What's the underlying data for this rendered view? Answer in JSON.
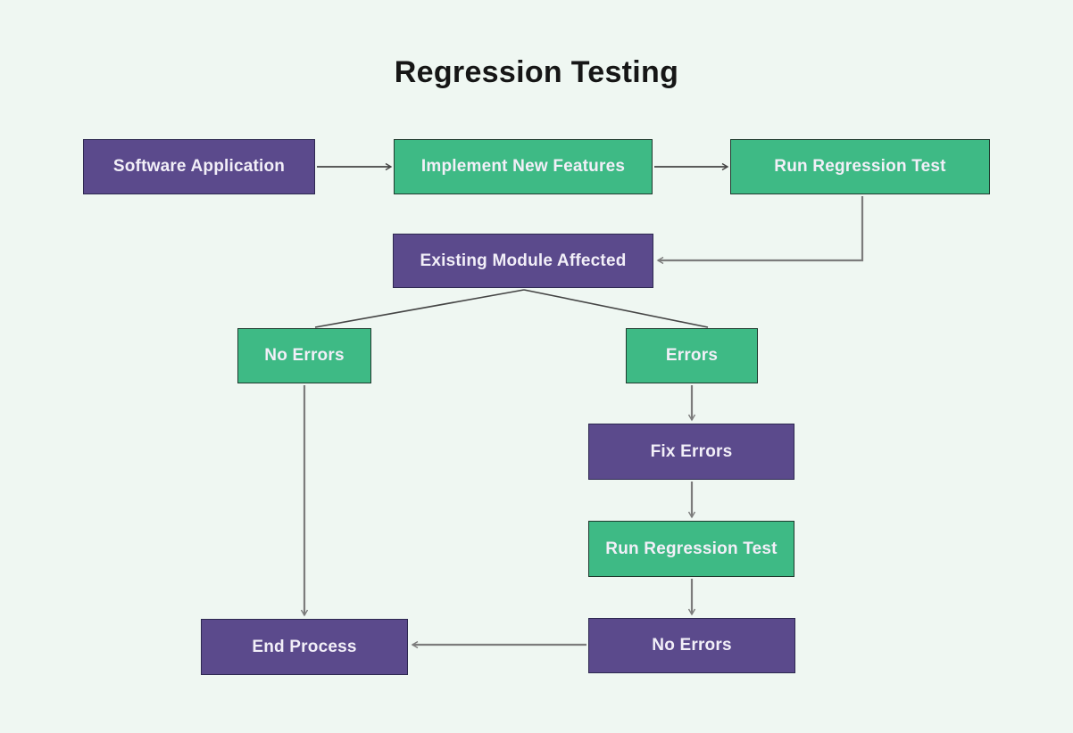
{
  "title": "Regression Testing",
  "colors": {
    "background": "#eff7f2",
    "node_purple": "#5b4a8c",
    "node_purple_border": "#2d2850",
    "node_green": "#3eba85",
    "node_green_border": "#1f3a2e",
    "node_text": "#f2eff8",
    "connector_dark": "#454545",
    "connector_gray": "#7c7c7c",
    "title_text": "#161616"
  },
  "nodes": {
    "software_application": {
      "label": "Software Application",
      "color": "purple"
    },
    "implement_new_features": {
      "label": "Implement New Features",
      "color": "green"
    },
    "run_regression_test_top": {
      "label": "Run Regression Test",
      "color": "green"
    },
    "existing_module_affected": {
      "label": "Existing Module Affected",
      "color": "purple"
    },
    "no_errors_branch": {
      "label": "No Errors",
      "color": "green"
    },
    "errors_branch": {
      "label": "Errors",
      "color": "green"
    },
    "fix_errors": {
      "label": "Fix Errors",
      "color": "purple"
    },
    "run_regression_test_loop": {
      "label": "Run Regression Test",
      "color": "green"
    },
    "no_errors_result": {
      "label": "No Errors",
      "color": "purple"
    },
    "end_process": {
      "label": "End Process",
      "color": "purple"
    }
  }
}
